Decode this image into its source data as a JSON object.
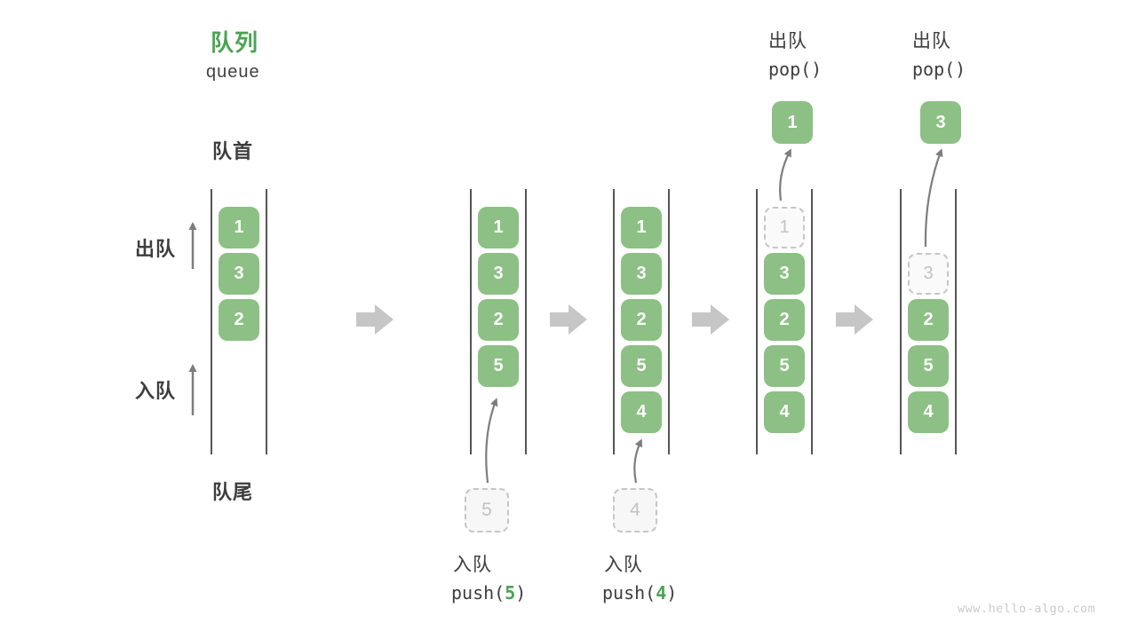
{
  "title": {
    "zh": "队列",
    "en": "queue"
  },
  "labels": {
    "front": "队首",
    "rear": "队尾",
    "dequeue_side": "出队",
    "enqueue_side": "入队"
  },
  "columns": [
    {
      "cells": [
        "1",
        "3",
        "2"
      ]
    },
    {
      "cells": [
        "1",
        "3",
        "2",
        "5"
      ]
    },
    {
      "cells": [
        "1",
        "3",
        "2",
        "5",
        "4"
      ]
    },
    {
      "ghost": "1",
      "cells": [
        "3",
        "2",
        "5",
        "4"
      ],
      "popped": "1"
    },
    {
      "ghost": "3",
      "cells": [
        "2",
        "5",
        "4"
      ],
      "popped": "3"
    }
  ],
  "operations": {
    "push5": {
      "label": "入队",
      "code_prefix": "push(",
      "arg": "5",
      "code_suffix": ")",
      "staged": "5"
    },
    "push4": {
      "label": "入队",
      "code_prefix": "push(",
      "arg": "4",
      "code_suffix": ")",
      "staged": "4"
    },
    "pop1": {
      "label": "出队",
      "code": "pop()"
    },
    "pop2": {
      "label": "出队",
      "code": "pop()"
    }
  },
  "watermark": "www.hello-algo.com",
  "colors": {
    "cell_green": "#8cc084",
    "accent_green": "#4ba352",
    "text_dark": "#3d3d3d",
    "wall_line": "#555555",
    "block_arrow": "#c6c6c6",
    "thin_arrow": "#7d7d7d",
    "ghost_border": "#c6c6c6",
    "ghost_text": "#c2c2c2",
    "watermark_text": "#cbcbcb"
  }
}
